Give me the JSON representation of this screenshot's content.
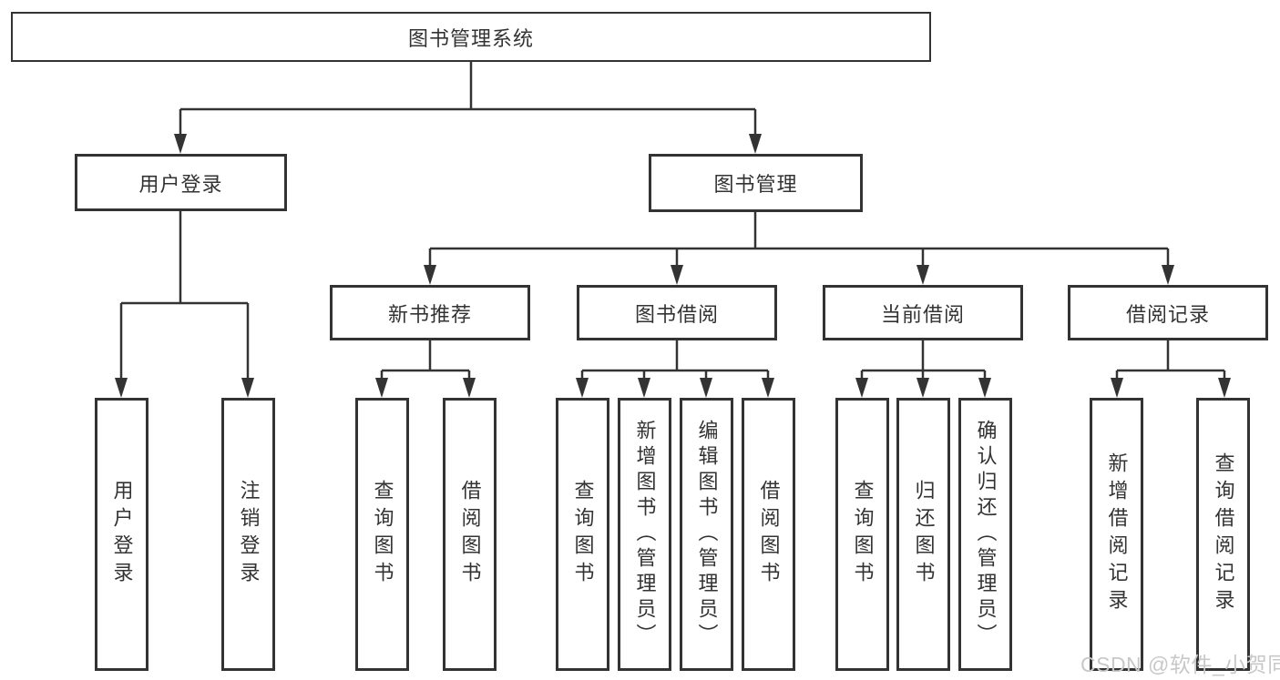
{
  "diagram": {
    "root": {
      "label": "图书管理系统"
    },
    "level2": [
      {
        "label": "用户登录"
      },
      {
        "label": "图书管理"
      }
    ],
    "level3": [
      {
        "label": "新书推荐"
      },
      {
        "label": "图书借阅"
      },
      {
        "label": "当前借阅"
      },
      {
        "label": "借阅记录"
      }
    ],
    "leaves": {
      "user_login": [
        {
          "label": "用户登录"
        },
        {
          "label": "注销登录"
        }
      ],
      "new_book": [
        {
          "label": "查询图书"
        },
        {
          "label": "借阅图书"
        }
      ],
      "book_borrow": [
        {
          "label": "查询图书"
        },
        {
          "label": "新增图书（管理员）"
        },
        {
          "label": "编辑图书（管理员）"
        },
        {
          "label": "借阅图书"
        }
      ],
      "current_borrow": [
        {
          "label": "查询图书"
        },
        {
          "label": "归还图书"
        },
        {
          "label": "确认归还（管理员）"
        }
      ],
      "borrow_record": [
        {
          "label": "新增借阅记录"
        },
        {
          "label": "查询借阅记录"
        }
      ]
    }
  },
  "watermark": {
    "text": "CSDN @软件_小贺同学"
  },
  "colors": {
    "line": "#333333",
    "text": "#333333",
    "box_background": "#ffffff",
    "watermark": "#c8c8c8",
    "background": "#ffffff"
  }
}
